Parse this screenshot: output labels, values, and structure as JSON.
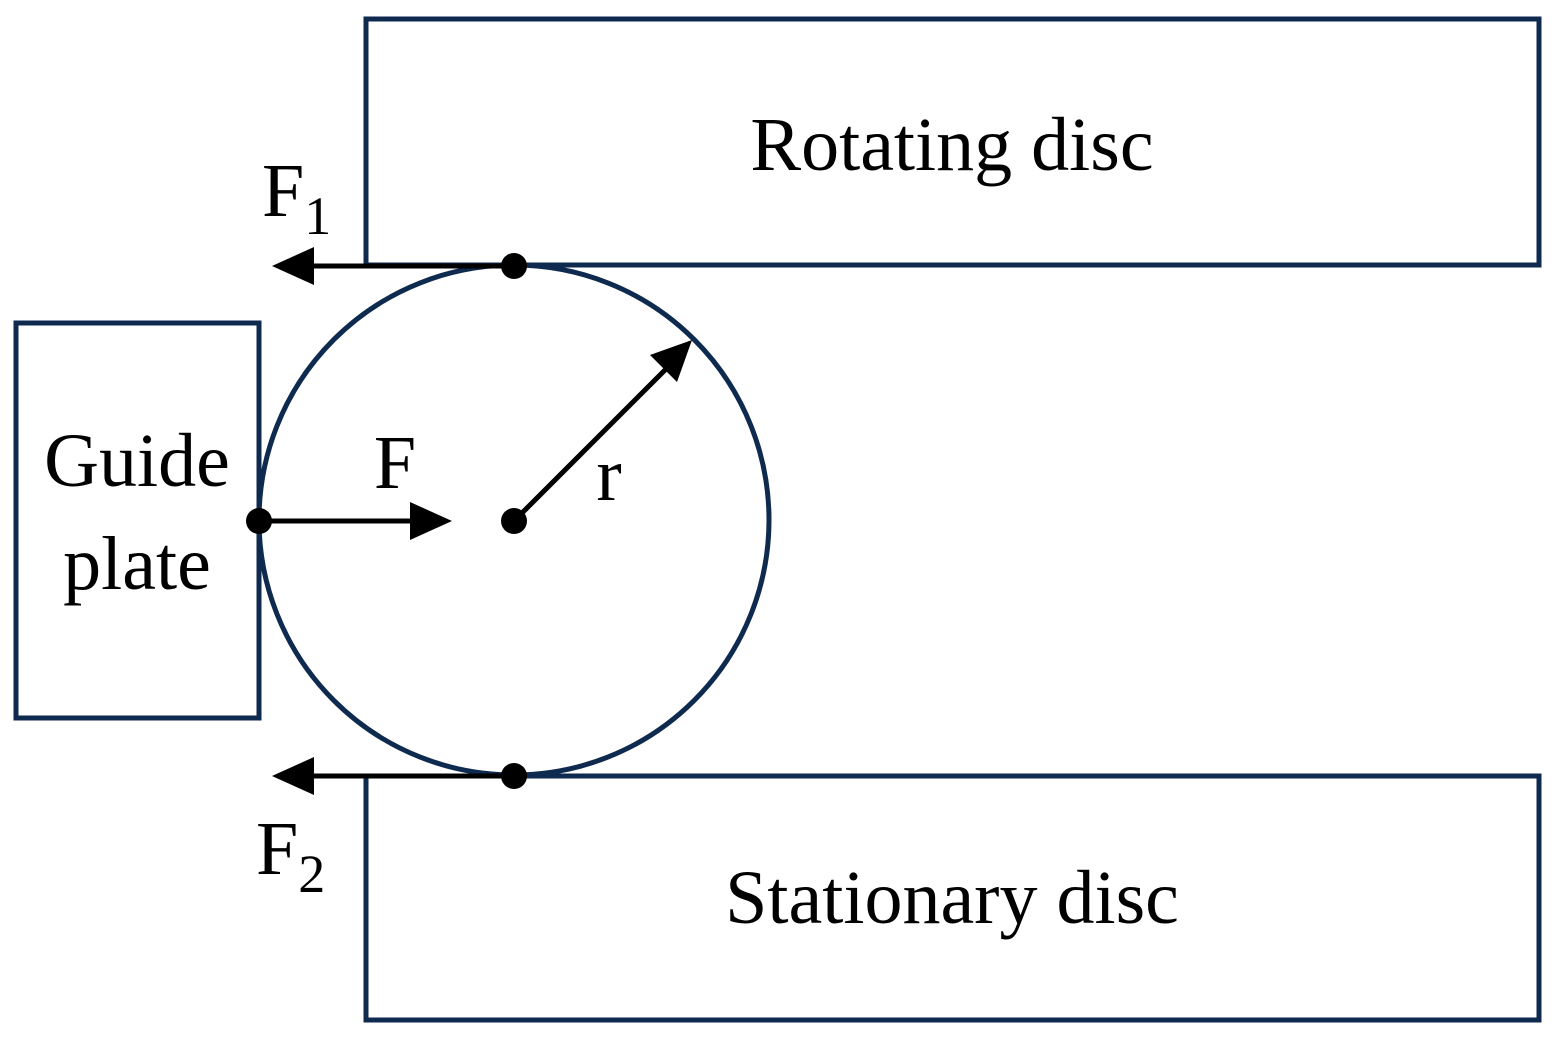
{
  "colors": {
    "outline": "#0f2a4f",
    "arrow": "#000000",
    "background": "#ffffff"
  },
  "labels": {
    "rotating_disc": "Rotating disc",
    "stationary_disc": "Stationary disc",
    "guide_plate_line1": "Guide",
    "guide_plate_line2": "plate",
    "force_f": "F",
    "force_f1_main": "F",
    "force_f1_sub": "1",
    "force_f2_main": "F",
    "force_f2_sub": "2",
    "radius": "r"
  }
}
